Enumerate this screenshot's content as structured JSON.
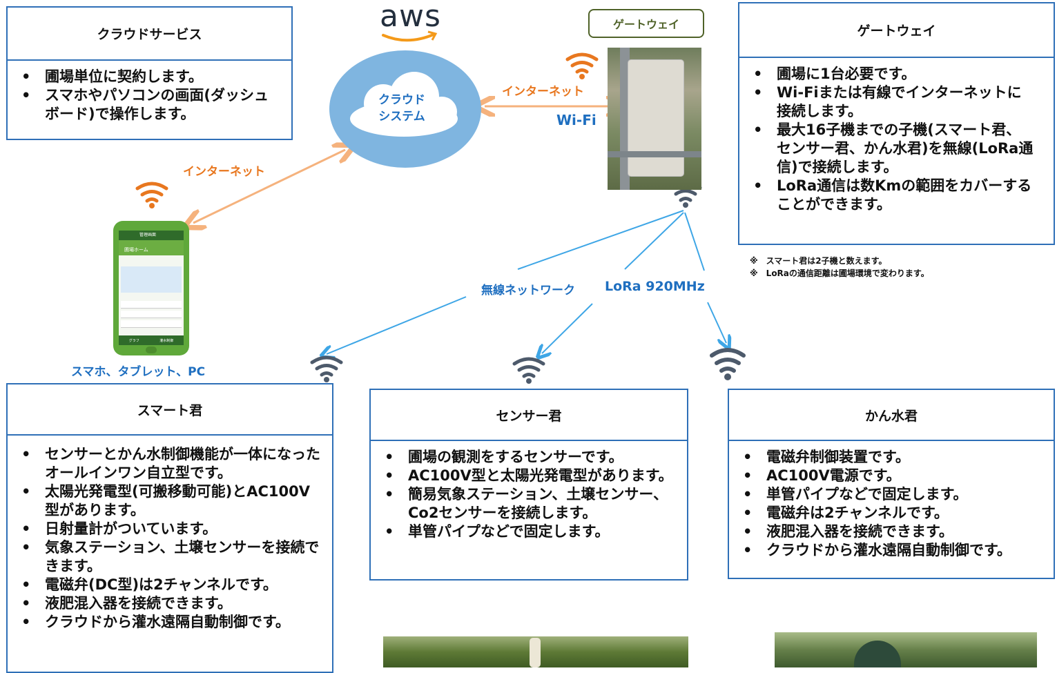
{
  "cloud_service": {
    "title": "クラウドサービス",
    "items": [
      "圃場単位に契約します。",
      "スマホやパソコンの画面(ダッシュボード)で操作します。"
    ]
  },
  "aws_label": "aws",
  "cloud_label": "クラウド\nシステム",
  "gateway_tag": "ゲートウェイ",
  "gateway": {
    "title": "ゲートウェイ",
    "items": [
      "圃場に1台必要です。",
      "Wi-Fiまたは有線でインターネットに接続します。",
      "最大16子機までの子機(スマート君、センサー君、かん水君)を無線(LoRa通信)で接続します。",
      "LoRa通信は数Kmの範囲をカバーすることができます。"
    ]
  },
  "notes": [
    "※　スマート君は2子機と数えます。",
    "※　LoRaの通信距離は圃場環境で変わります。"
  ],
  "labels": {
    "internet_top": "インターネット",
    "wifi": "Wi-Fi",
    "internet_left": "インターネット",
    "wireless_network": "無線ネットワーク",
    "lora": "LoRa 920MHz",
    "devices": "スマホ、タブレット、PC"
  },
  "phone_screen": {
    "header": "管理画面",
    "title": "圃場ホーム",
    "button_graph": "グラフ",
    "button_control": "灌水制御"
  },
  "smart": {
    "title": "スマート君",
    "items": [
      "センサーとかん水制御機能が一体になったオールインワン自立型です。",
      "太陽光発電型(可搬移動可能)とAC100V型があります。",
      "日射量計がついています。",
      "気象ステーション、土壌センサーを接続できます。",
      "電磁弁(DC型)は2チャンネルです。",
      "液肥混入器を接続できます。",
      "クラウドから灌水遠隔自動制御です。"
    ]
  },
  "sensor": {
    "title": "センサー君",
    "items": [
      "圃場の観測をするセンサーです。",
      "AC100V型と太陽光発電型があります。",
      "簡易気象ステーション、土壌センサー、Co2センサーを接続します。",
      "単管パイプなどで固定します。"
    ]
  },
  "kansui": {
    "title": "かん水君",
    "items": [
      "電磁弁制御装置です。",
      "AC100V電源です。",
      "単管パイプなどで固定します。",
      "電磁弁は2チャンネルです。",
      "液肥混入器を接続できます。",
      "クラウドから灌水遠隔自動制御です。"
    ]
  },
  "colors": {
    "box_border": "#2e6fb7",
    "orange": "#e8771f",
    "blue": "#1f6fc0",
    "cloud": "#7fb5e0",
    "arrow_blue": "#3ea6e6",
    "arrow_orange": "#f5b27d",
    "phone_green": "#5fa83a"
  }
}
